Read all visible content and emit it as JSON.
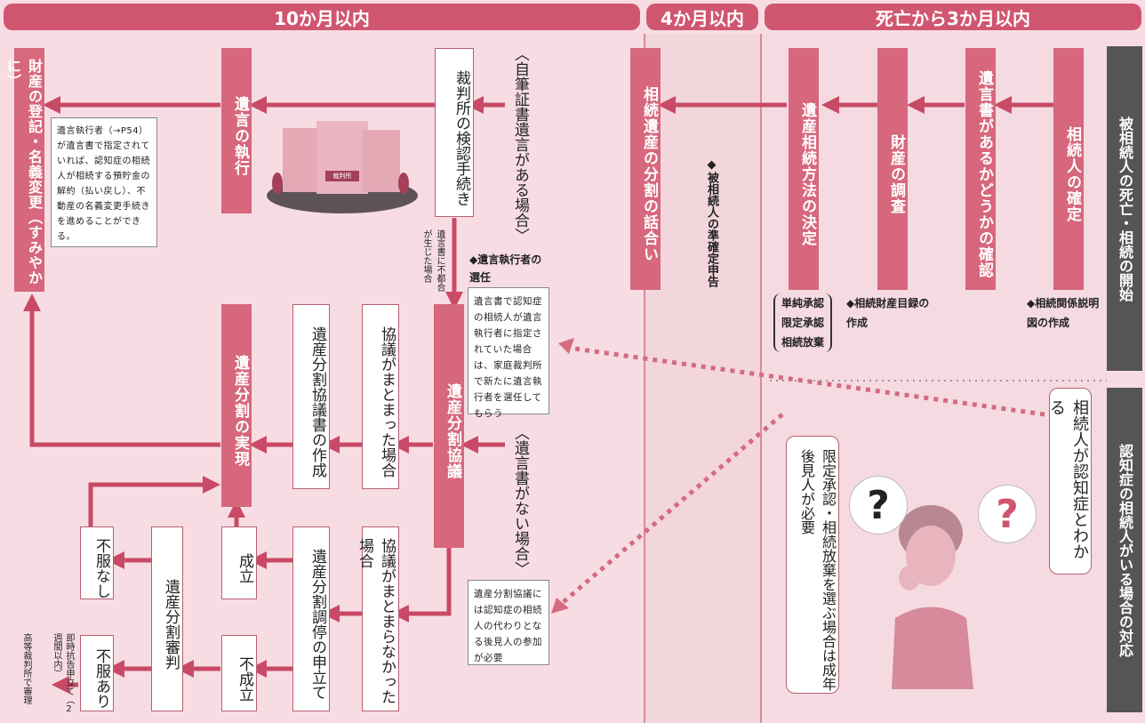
{
  "timeline": {
    "ten_months": "10か月以内",
    "four_months": "4か月以内",
    "three_months": "死亡から3か月以内"
  },
  "side_labels": {
    "death": "被相続人の死亡・相続の開始",
    "dementia": "認知症の相続人がいる場合の対応"
  },
  "steps": {
    "heir_confirm": "相続人の確定",
    "will_check": "遺言書があるかどうかの確認",
    "property_survey": "財産の調査",
    "method_decide": "遺産相続方法の決定",
    "division_talk": "相続遺産の分割の話合い",
    "court_probate": "裁判所の検認手続き",
    "execution": "遺言の執行",
    "registration": "財産の登記・名義変更（すみやかに）",
    "division_negotiation": "遺産分割協議",
    "agreed": "協議がまとまった場合",
    "agreement_doc": "遺産分割協議書の作成",
    "realization": "遺産分割の実現",
    "not_agreed": "協議がまとまらなかった場合",
    "mediation": "遺産分割調停の申立て",
    "success": "成立",
    "failure": "不成立",
    "judgment": "遺産分割審判",
    "no_objection": "不服なし",
    "objection": "不服あり"
  },
  "conditions": {
    "with_will": "〈自筆証書遺言がある場合〉",
    "no_will": "〈遺言書がない場合〉"
  },
  "side_notes": {
    "relation_chart": "◆相続関係説明図の作成",
    "property_list": "◆相続財産目録の作成",
    "approval_types": [
      "単純承認",
      "限定承認",
      "相続放棄"
    ],
    "tax_return": "◆被相続人の準確定申告",
    "executor_selection": "◆遺言執行者の選任",
    "will_problem": "遺言書に不都合が生じた場合",
    "appeal": "即時抗告申立て（2週間以内）",
    "high_court": "高等裁判所で審理"
  },
  "notes": {
    "executor_note": "遺言執行者（→P54）が遺言書で指定されていれば、認知症の相続人が相続する預貯金の解約（払い戻し）、不動産の名義変更手続きを進めることができる。",
    "court_note": "遺言書で認知症の相続人が遺言執行者に指定されていた場合は、家庭裁判所で新たに遺言執行者を選任してもらう",
    "guardian_note": "遺産分割協議には認知症の相続人の代わりとなる後見人の参加が必要"
  },
  "dementia": {
    "found": "相続人が認知症とわかる",
    "guardian_needed": "限定承認・相続放棄を選ぶ場合は成年後見人が必要"
  },
  "building_sign": "裁判所",
  "question_mark": "?",
  "colors": {
    "accent": "#d0566f",
    "box": "#d6677c",
    "background": "#f7dde3",
    "side": "#555555"
  }
}
